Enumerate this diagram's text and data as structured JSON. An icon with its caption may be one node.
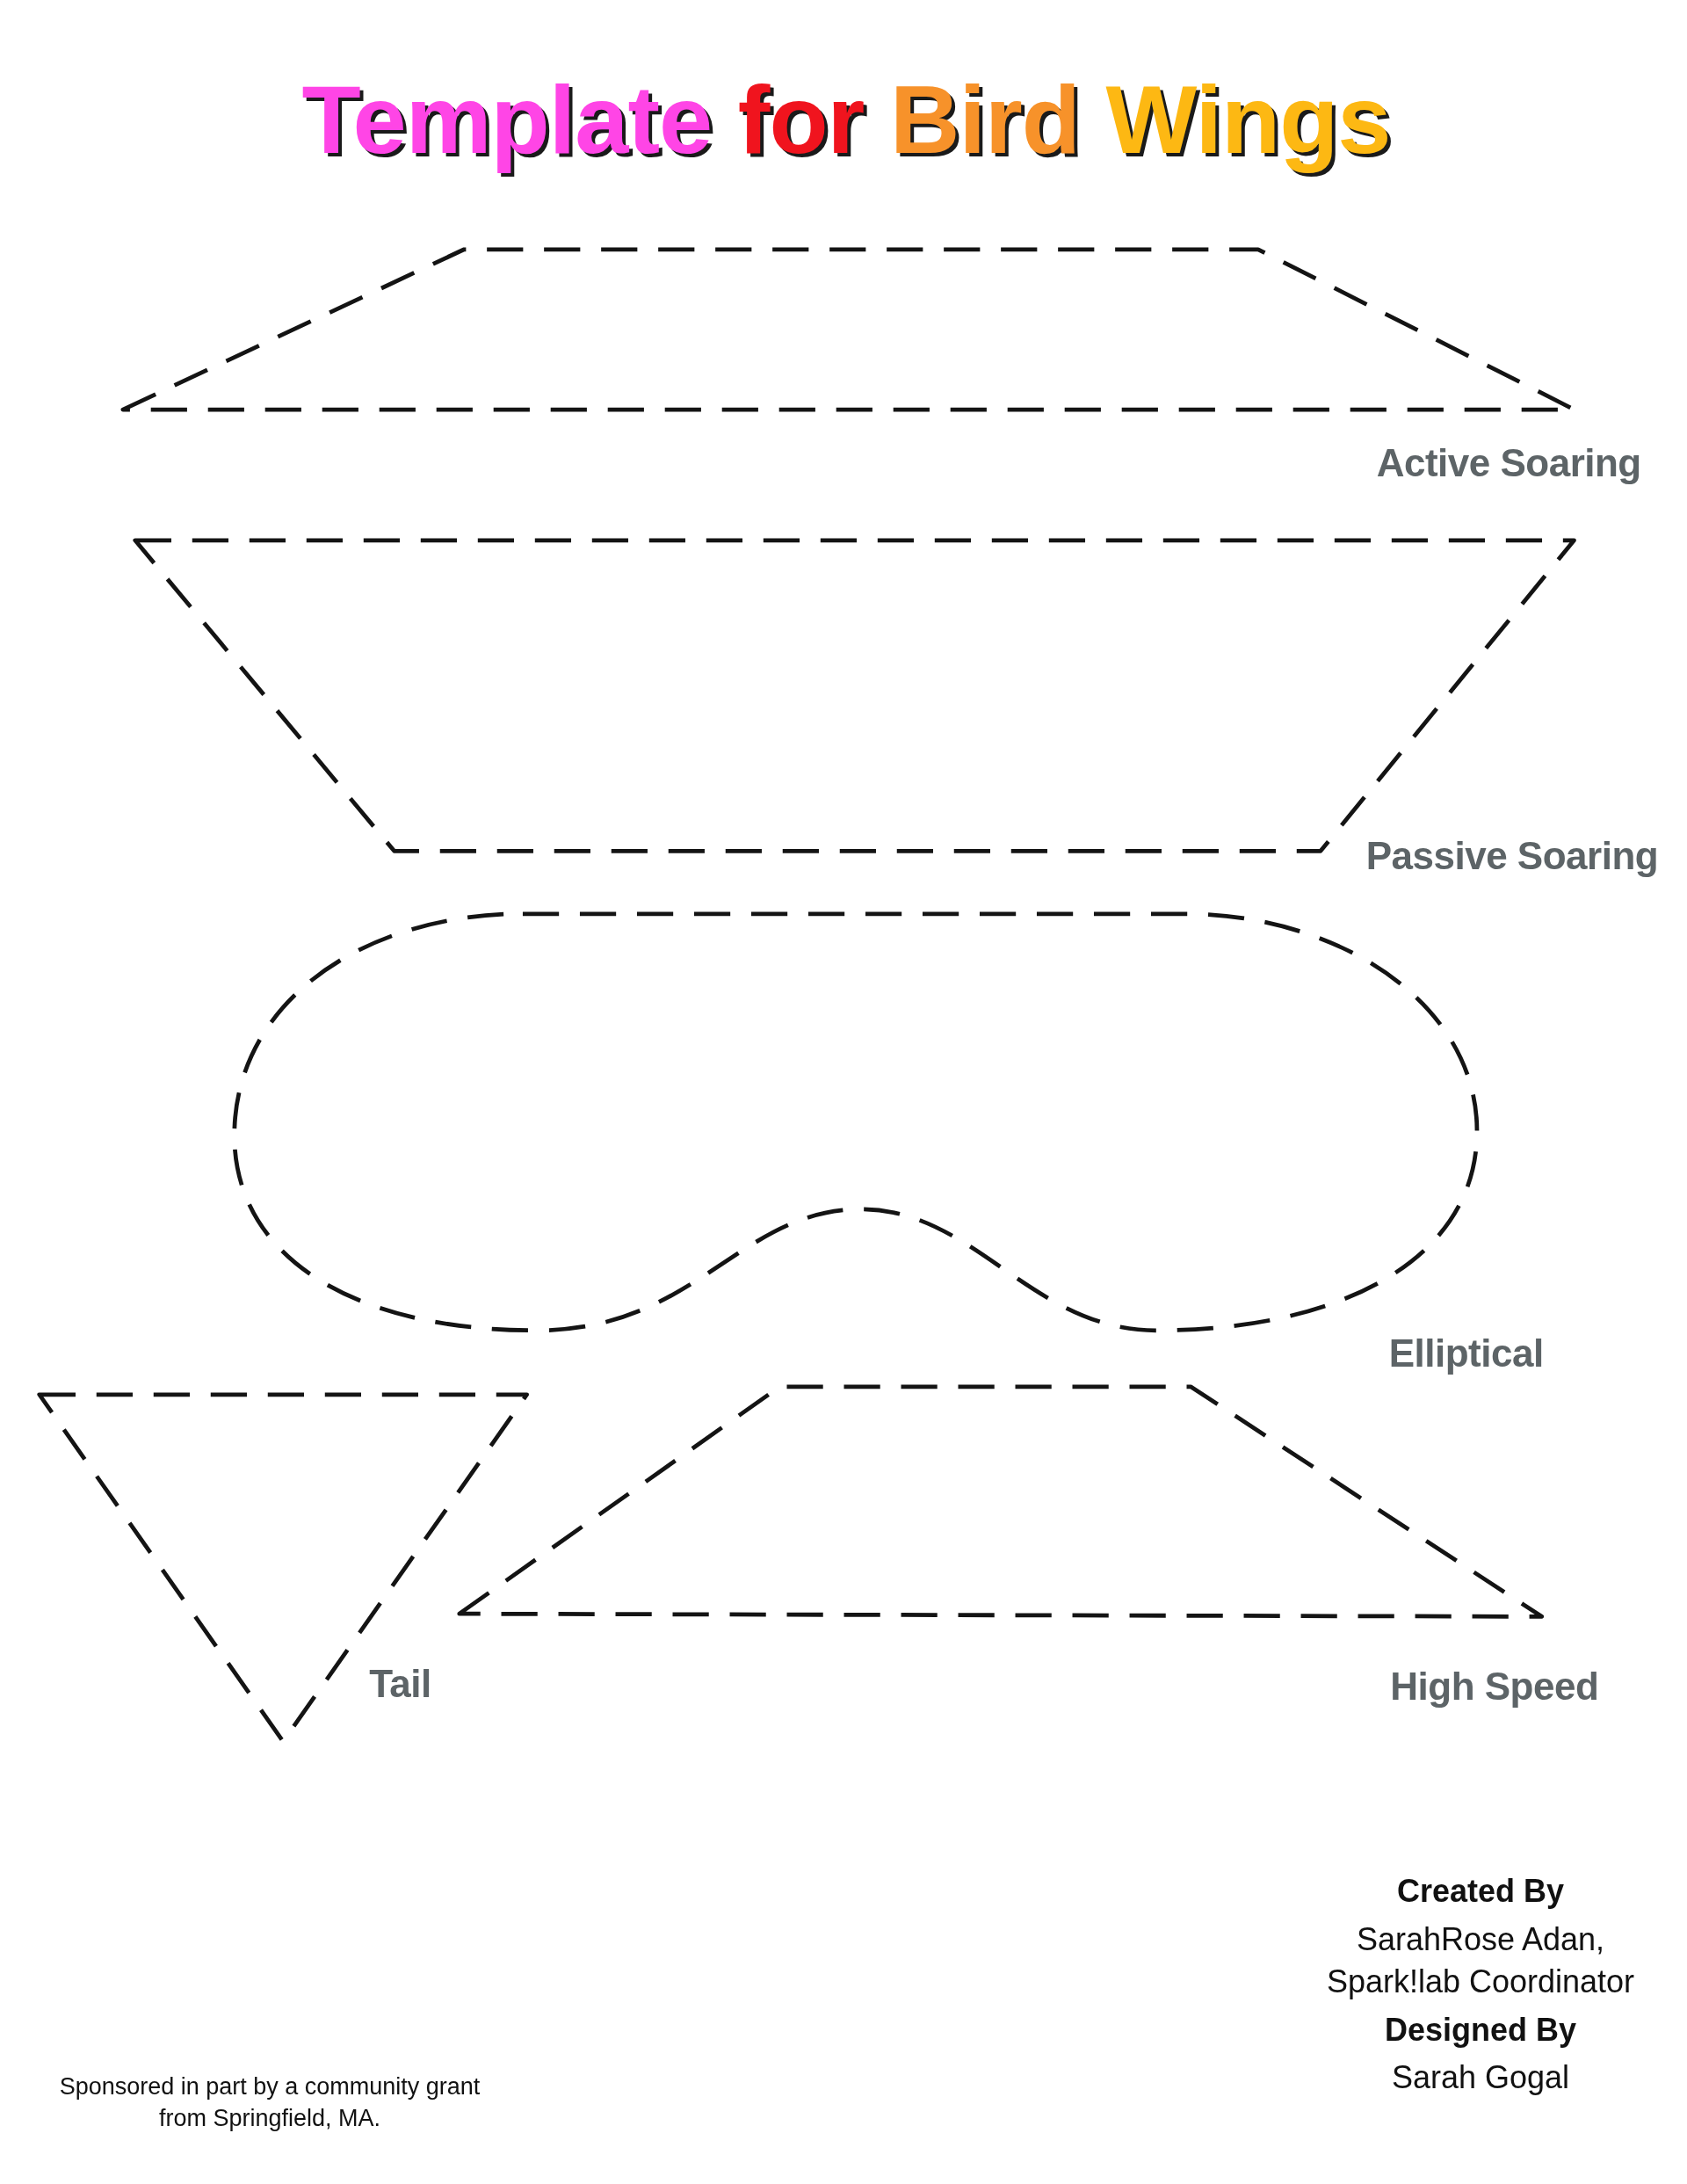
{
  "diagram": {
    "title": "Template for Bird Wings",
    "nodes": [
      {
        "text": [],
        "shape": "trapezoid",
        "beside": [
          "Active Soaring"
        ]
      },
      {
        "text": [],
        "shape": "trapezoid",
        "beside": [
          "Passive Soaring"
        ]
      },
      {
        "text": [],
        "shape": "ellipse",
        "beside": [
          "Elliptical"
        ]
      },
      {
        "text": [],
        "shape": "triangle",
        "beside": [
          "Tail"
        ]
      },
      {
        "text": [],
        "shape": "trapezoid",
        "beside": [
          "High Speed"
        ]
      }
    ],
    "labels": [
      "Sponsored in part by a community grant from Springfield, MA.",
      "Created By",
      "SarahRose Adan, Spark!lab Coordinator",
      "Designed By",
      "Sarah Gogal"
    ]
  }
}
